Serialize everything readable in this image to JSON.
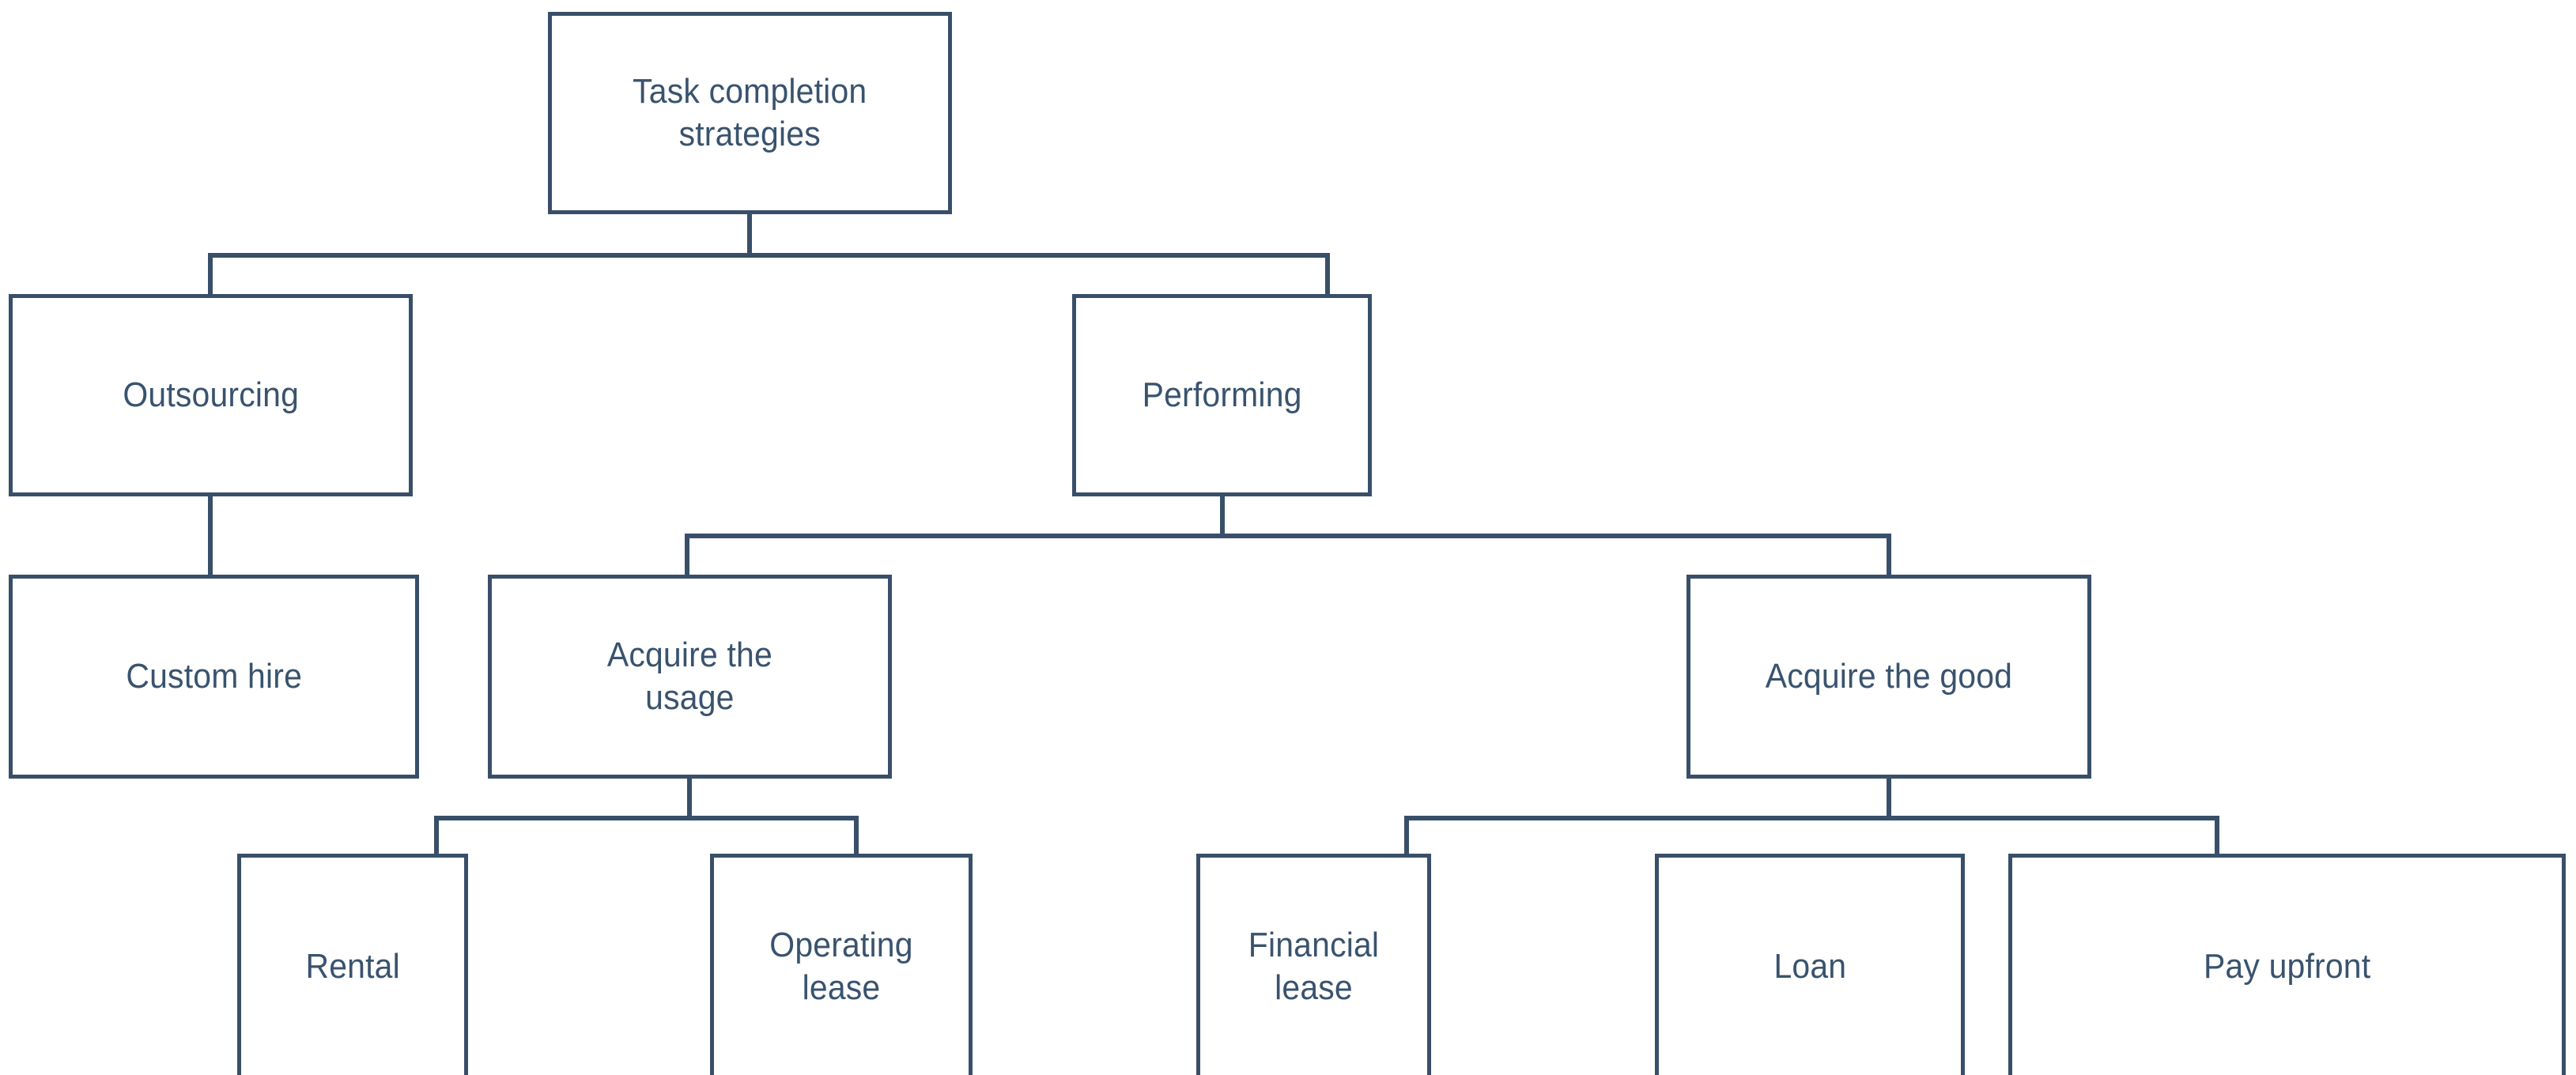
{
  "diagram": {
    "title": "Task completion strategies",
    "type": "tree",
    "accent_color": "#394F69",
    "text_color": "#39536E",
    "background_color": "#FFFFFF",
    "nodes": [
      {
        "id": "root",
        "label": "Task completion\nstrategies",
        "level": 0,
        "parent": null
      },
      {
        "id": "outsourcing",
        "label": "Outsourcing",
        "level": 1,
        "parent": "root"
      },
      {
        "id": "performing",
        "label": "Performing",
        "level": 1,
        "parent": "root"
      },
      {
        "id": "custom-hire",
        "label": "Custom hire",
        "level": 2,
        "parent": "outsourcing"
      },
      {
        "id": "acquire-usage",
        "label": "Acquire the\nusage",
        "level": 2,
        "parent": "performing"
      },
      {
        "id": "acquire-good",
        "label": "Acquire the good",
        "level": 2,
        "parent": "performing"
      },
      {
        "id": "rental",
        "label": "Rental",
        "level": 3,
        "parent": "acquire-usage"
      },
      {
        "id": "operating-lease",
        "label": "Operating lease",
        "level": 3,
        "parent": "acquire-usage"
      },
      {
        "id": "financial-lease",
        "label": "Financial lease",
        "level": 3,
        "parent": "acquire-good"
      },
      {
        "id": "loan",
        "label": "Loan",
        "level": 3,
        "parent": "acquire-good"
      },
      {
        "id": "pay-upfront",
        "label": "Pay upfront",
        "level": 3,
        "parent": "acquire-good"
      }
    ]
  }
}
